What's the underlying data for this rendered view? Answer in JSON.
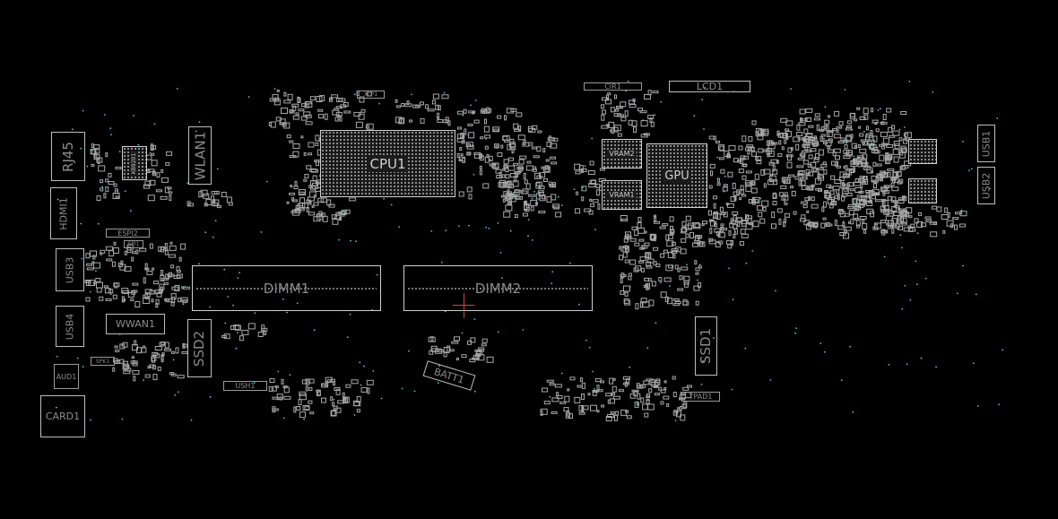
{
  "board": {
    "background": "#000000",
    "outline_color": "#bdbdbd",
    "pad_color": "#9d9d9d",
    "via_color": "#4fc3d8",
    "marker_color": "#d84040"
  },
  "connectors": {
    "rj45": "RJ45",
    "hdmi1": "HDMI1",
    "usb3": "USB3",
    "usb4": "USB4",
    "aud1": "AUD1",
    "card1": "CARD1",
    "wlan1": "WLAN1",
    "wwan1": "WWAN1",
    "ssd2": "SSD2",
    "ssd1": "SSD1",
    "usb1": "USB1",
    "usb2": "USB2",
    "lcd1": "LCD1",
    "cir1": "CIR1",
    "batt1": "BATT1",
    "ush1": "USH1",
    "tpad1": "TPAD1",
    "espi2": "ESPI2",
    "spi1": "SPI1",
    "spk1": "SPK1",
    "xcp1": "XCP1"
  },
  "memory": {
    "dimm1": "DIMM1",
    "dimm2": "DIMM2"
  },
  "chips": {
    "cpu1": "CPU1",
    "gpu": "GPU",
    "vram1": "VRAM1",
    "vram2": "VRAM2",
    "kbc": "KB9201"
  }
}
